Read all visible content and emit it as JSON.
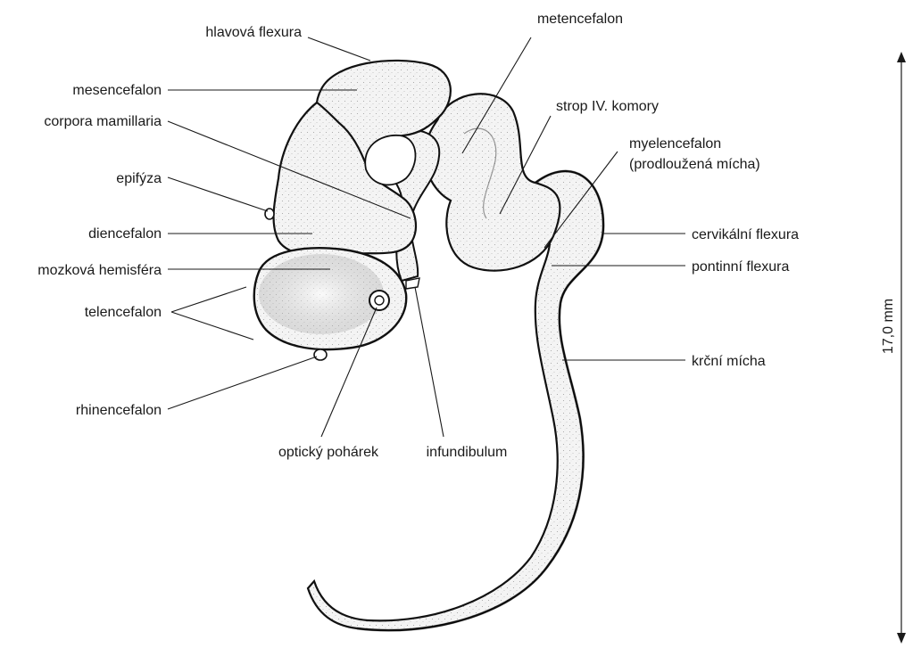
{
  "labels": {
    "hlavova_flexura": "hlavová flexura",
    "mesencefalon": "mesencefalon",
    "corpora_mamillaria": "corpora mamillaria",
    "epifyza": "epifýza",
    "diencefalon": "diencefalon",
    "mozkova_hemisfera": "mozková hemisféra",
    "telencefalon": "telencefalon",
    "rhinencefalon": "rhinencefalon",
    "opticky_poharek": "optický pohárek",
    "infundibulum": "infundibulum",
    "metencefalon": "metencefalon",
    "strop_iv_komory": "strop IV. komory",
    "myelencefalon_line1": "myelencefalon",
    "myelencefalon_line2": "(prodloužená mícha)",
    "cervikalni_flexura": "cervikální flexura",
    "pontinni_flexura": "pontinní flexura",
    "krcni_micha": "krční mícha"
  },
  "scale_bar": {
    "label": "17,0 mm"
  },
  "colors": {
    "ink": "#1a1a1a",
    "paper": "#ffffff",
    "stipple": "#9a9a9a"
  }
}
